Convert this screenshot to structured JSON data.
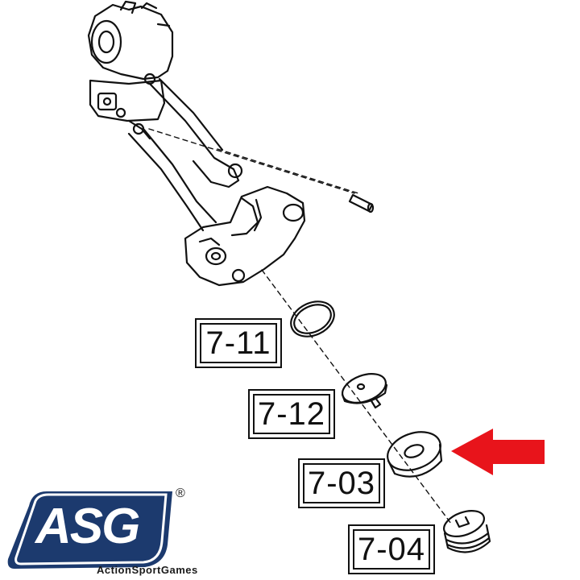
{
  "parts": [
    {
      "id": "7-11",
      "label": "7-11"
    },
    {
      "id": "7-12",
      "label": "7-12"
    },
    {
      "id": "7-03",
      "label": "7-03"
    },
    {
      "id": "7-04",
      "label": "7-04"
    }
  ],
  "highlight": {
    "target": "7-03",
    "arrow_color": "#e8141b"
  },
  "logo": {
    "brand": "ASG",
    "tagline": "ActionSportGames",
    "registered_mark": "®",
    "brand_color": "#1c3a6e"
  }
}
